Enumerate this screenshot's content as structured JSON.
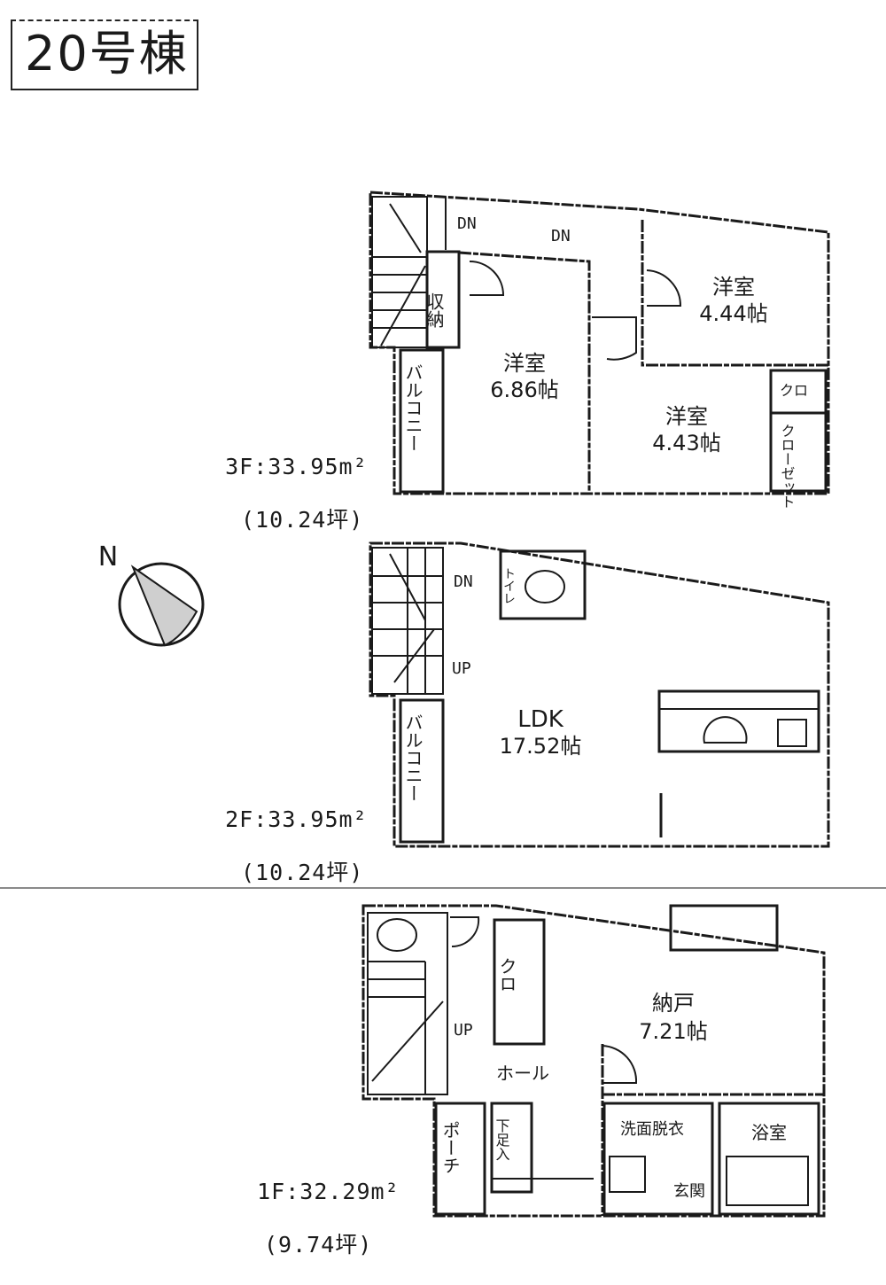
{
  "title": "20号棟",
  "compass": {
    "label": "N"
  },
  "floors": [
    {
      "id": "3F",
      "area_line": "3F:33.95m²",
      "tsubo_line": "(10.24坪)",
      "rooms": [
        {
          "name": "洋室",
          "size": "6.86帖"
        },
        {
          "name": "洋室",
          "size": "4.44帖"
        },
        {
          "name": "洋室",
          "size": "4.43帖"
        }
      ],
      "labels": {
        "dn": "DN",
        "down": "DN",
        "balcony": "バルコニー",
        "storage": "収納",
        "closet_top": "クロ",
        "closet": "クローゼット"
      }
    },
    {
      "id": "2F",
      "area_line": "2F:33.95m²",
      "tsubo_line": "(10.24坪)",
      "rooms": [
        {
          "name": "LDK",
          "size": "17.52帖"
        }
      ],
      "labels": {
        "dn": "DN",
        "up": "UP",
        "balcony": "バルコニー",
        "toilet": "トイレ"
      }
    },
    {
      "id": "1F",
      "area_line": "1F:32.29m²",
      "tsubo_line": "(9.74坪)",
      "rooms": [
        {
          "name": "納戸",
          "size": "7.21帖"
        },
        {
          "name": "ホール",
          "size": ""
        }
      ],
      "labels": {
        "up": "UP",
        "closet": "クロ",
        "porch": "ポーチ",
        "shoebox": "下足入",
        "washroom": "洗面脱衣",
        "entrance": "玄関",
        "bath": "浴室"
      }
    }
  ]
}
